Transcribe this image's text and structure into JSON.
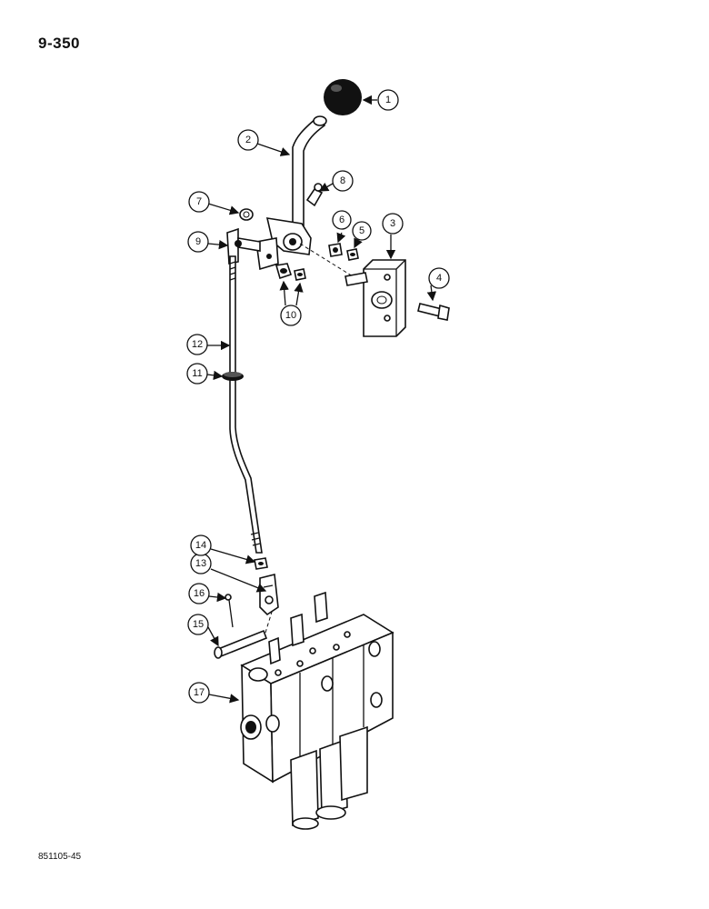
{
  "page_number": "9-350",
  "reference_code": "851105-45",
  "callouts": [
    "1",
    "2",
    "3",
    "4",
    "5",
    "6",
    "7",
    "8",
    "9",
    "10",
    "11",
    "12",
    "13",
    "14",
    "15",
    "16",
    "17"
  ]
}
